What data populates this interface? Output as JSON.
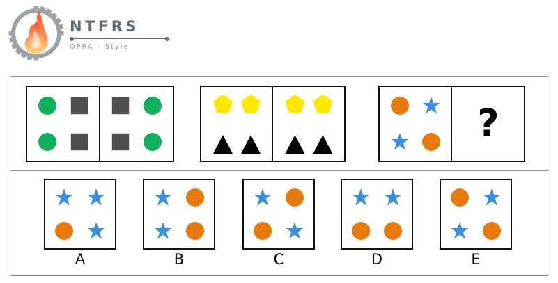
{
  "brand": {
    "logo_icon": "gear-flame-logo-icon",
    "title": "NTFRS",
    "subtitle": "OPRA - Style"
  },
  "colors": {
    "green": "#0FB15C",
    "gray": "#4F4F4F",
    "yellow": "#FFE800",
    "black": "#000000",
    "orange": "#E8790C",
    "blue": "#3C8EDE",
    "frame_border": "#8C8C8C",
    "cell_border": "#111111"
  },
  "puzzle": {
    "question_mark": "?",
    "stimulus_groups": [
      {
        "id": "group-1",
        "layout": "quadrant",
        "cells": [
          {
            "id": "group-1-cell-1",
            "slots": {
              "tl": "circle-green",
              "tr": "square-gray",
              "bl": "circle-green",
              "br": "square-gray"
            }
          },
          {
            "id": "group-1-cell-2",
            "slots": {
              "tl": "square-gray",
              "tr": "circle-green",
              "bl": "square-gray",
              "br": "circle-green"
            }
          }
        ]
      },
      {
        "id": "group-2",
        "layout": "rows",
        "cells": [
          {
            "id": "group-2-cell-1",
            "slots": {
              "p-l": "pentagon-yellow",
              "p-r": "pentagon-yellow",
              "t-l": "triangle-black",
              "t-r": "triangle-black"
            }
          },
          {
            "id": "group-2-cell-2",
            "slots": {
              "p-l": "pentagon-yellow",
              "p-r": "pentagon-yellow",
              "t-l": "triangle-black",
              "t-r": "triangle-black"
            }
          }
        ]
      },
      {
        "id": "group-3",
        "layout": "quadrant",
        "cells": [
          {
            "id": "group-3-cell-1",
            "slots": {
              "tl": "circle-orange",
              "tr": "star-blue",
              "bl": "star-blue",
              "br": "circle-orange"
            }
          },
          {
            "id": "group-3-cell-2",
            "slots": {},
            "is_question": true
          }
        ]
      }
    ],
    "options": [
      {
        "label": "A",
        "slots": {
          "tl": "star-blue",
          "tr": "star-blue",
          "bl": "circle-orange",
          "br": "star-blue"
        }
      },
      {
        "label": "B",
        "slots": {
          "tl": "star-blue",
          "tr": "circle-orange",
          "bl": "star-blue",
          "br": "circle-orange"
        }
      },
      {
        "label": "C",
        "slots": {
          "tl": "star-blue",
          "tr": "circle-orange",
          "bl": "circle-orange",
          "br": "star-blue"
        }
      },
      {
        "label": "D",
        "slots": {
          "tl": "star-blue",
          "tr": "star-blue",
          "bl": "circle-orange",
          "br": "circle-orange"
        }
      },
      {
        "label": "E",
        "slots": {
          "tl": "circle-orange",
          "tr": "star-blue",
          "bl": "star-blue",
          "br": "circle-orange"
        }
      }
    ]
  }
}
